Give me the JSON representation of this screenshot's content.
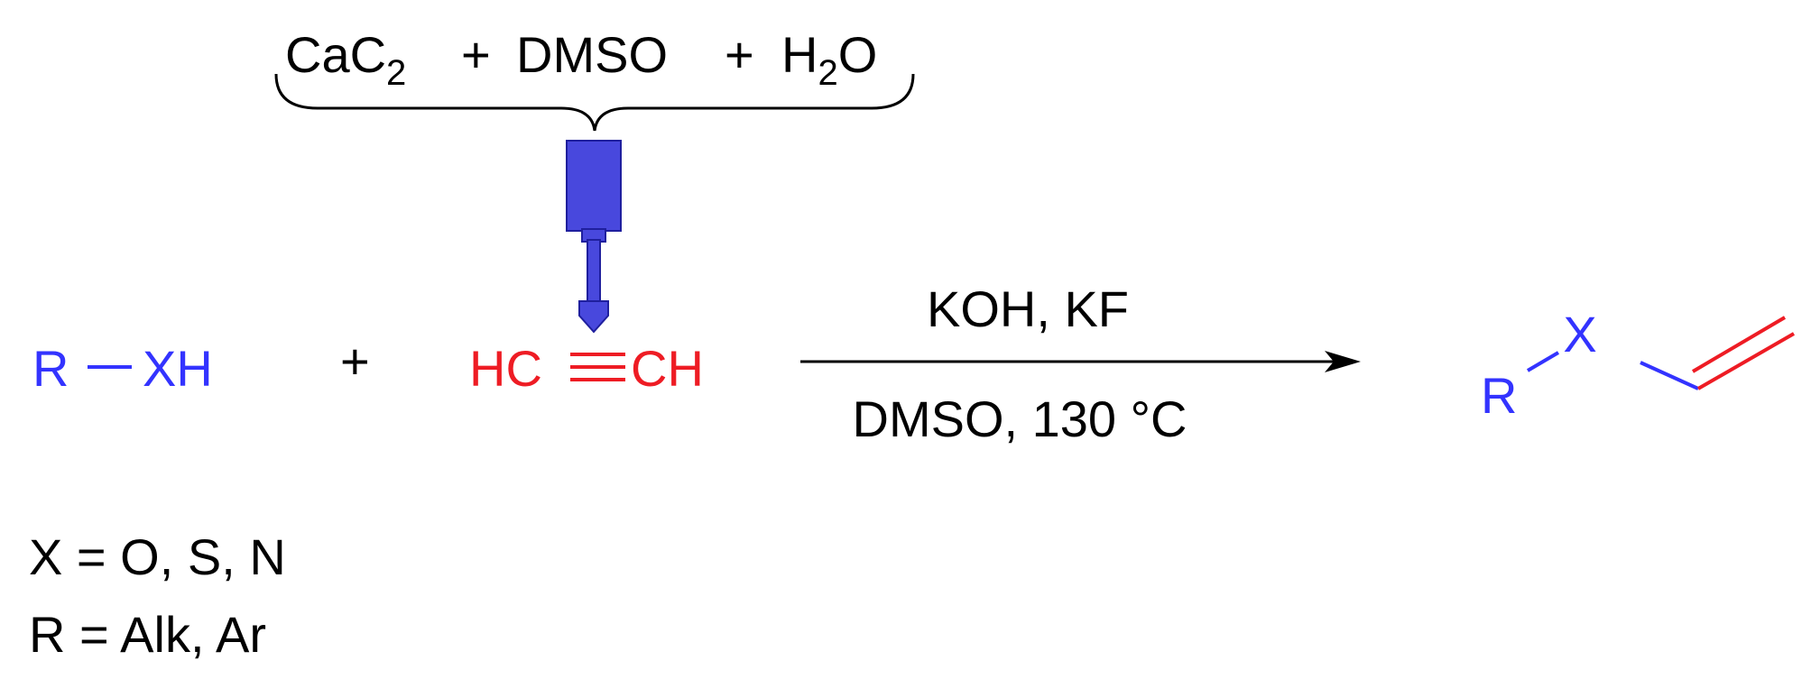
{
  "colors": {
    "black": "#000000",
    "blue": "#3333ff",
    "red": "#ee1c24",
    "syringe_fill": "#4848dd",
    "syringe_edge": "#1f1f9e"
  },
  "in_situ_generation": {
    "calcium_carbide": "CaC",
    "calcium_carbide_subscript": "2",
    "plus_1": "+",
    "dmso": "DMSO",
    "plus_2": "+",
    "water_h": "H",
    "water_subscript": "2",
    "water_o": "O",
    "device_icon": "syringe-icon"
  },
  "reactant": {
    "r": "R",
    "xh": "XH"
  },
  "plus": "+",
  "acetylene": {
    "left": "HC",
    "right": "CH"
  },
  "conditions": {
    "above_arrow": "KOH, KF",
    "below_arrow": "DMSO, 130 °C"
  },
  "product": {
    "r": "R",
    "x": "X"
  },
  "notes": {
    "x_line": "X = O, S, N",
    "r_line": "R = Alk, Ar"
  }
}
